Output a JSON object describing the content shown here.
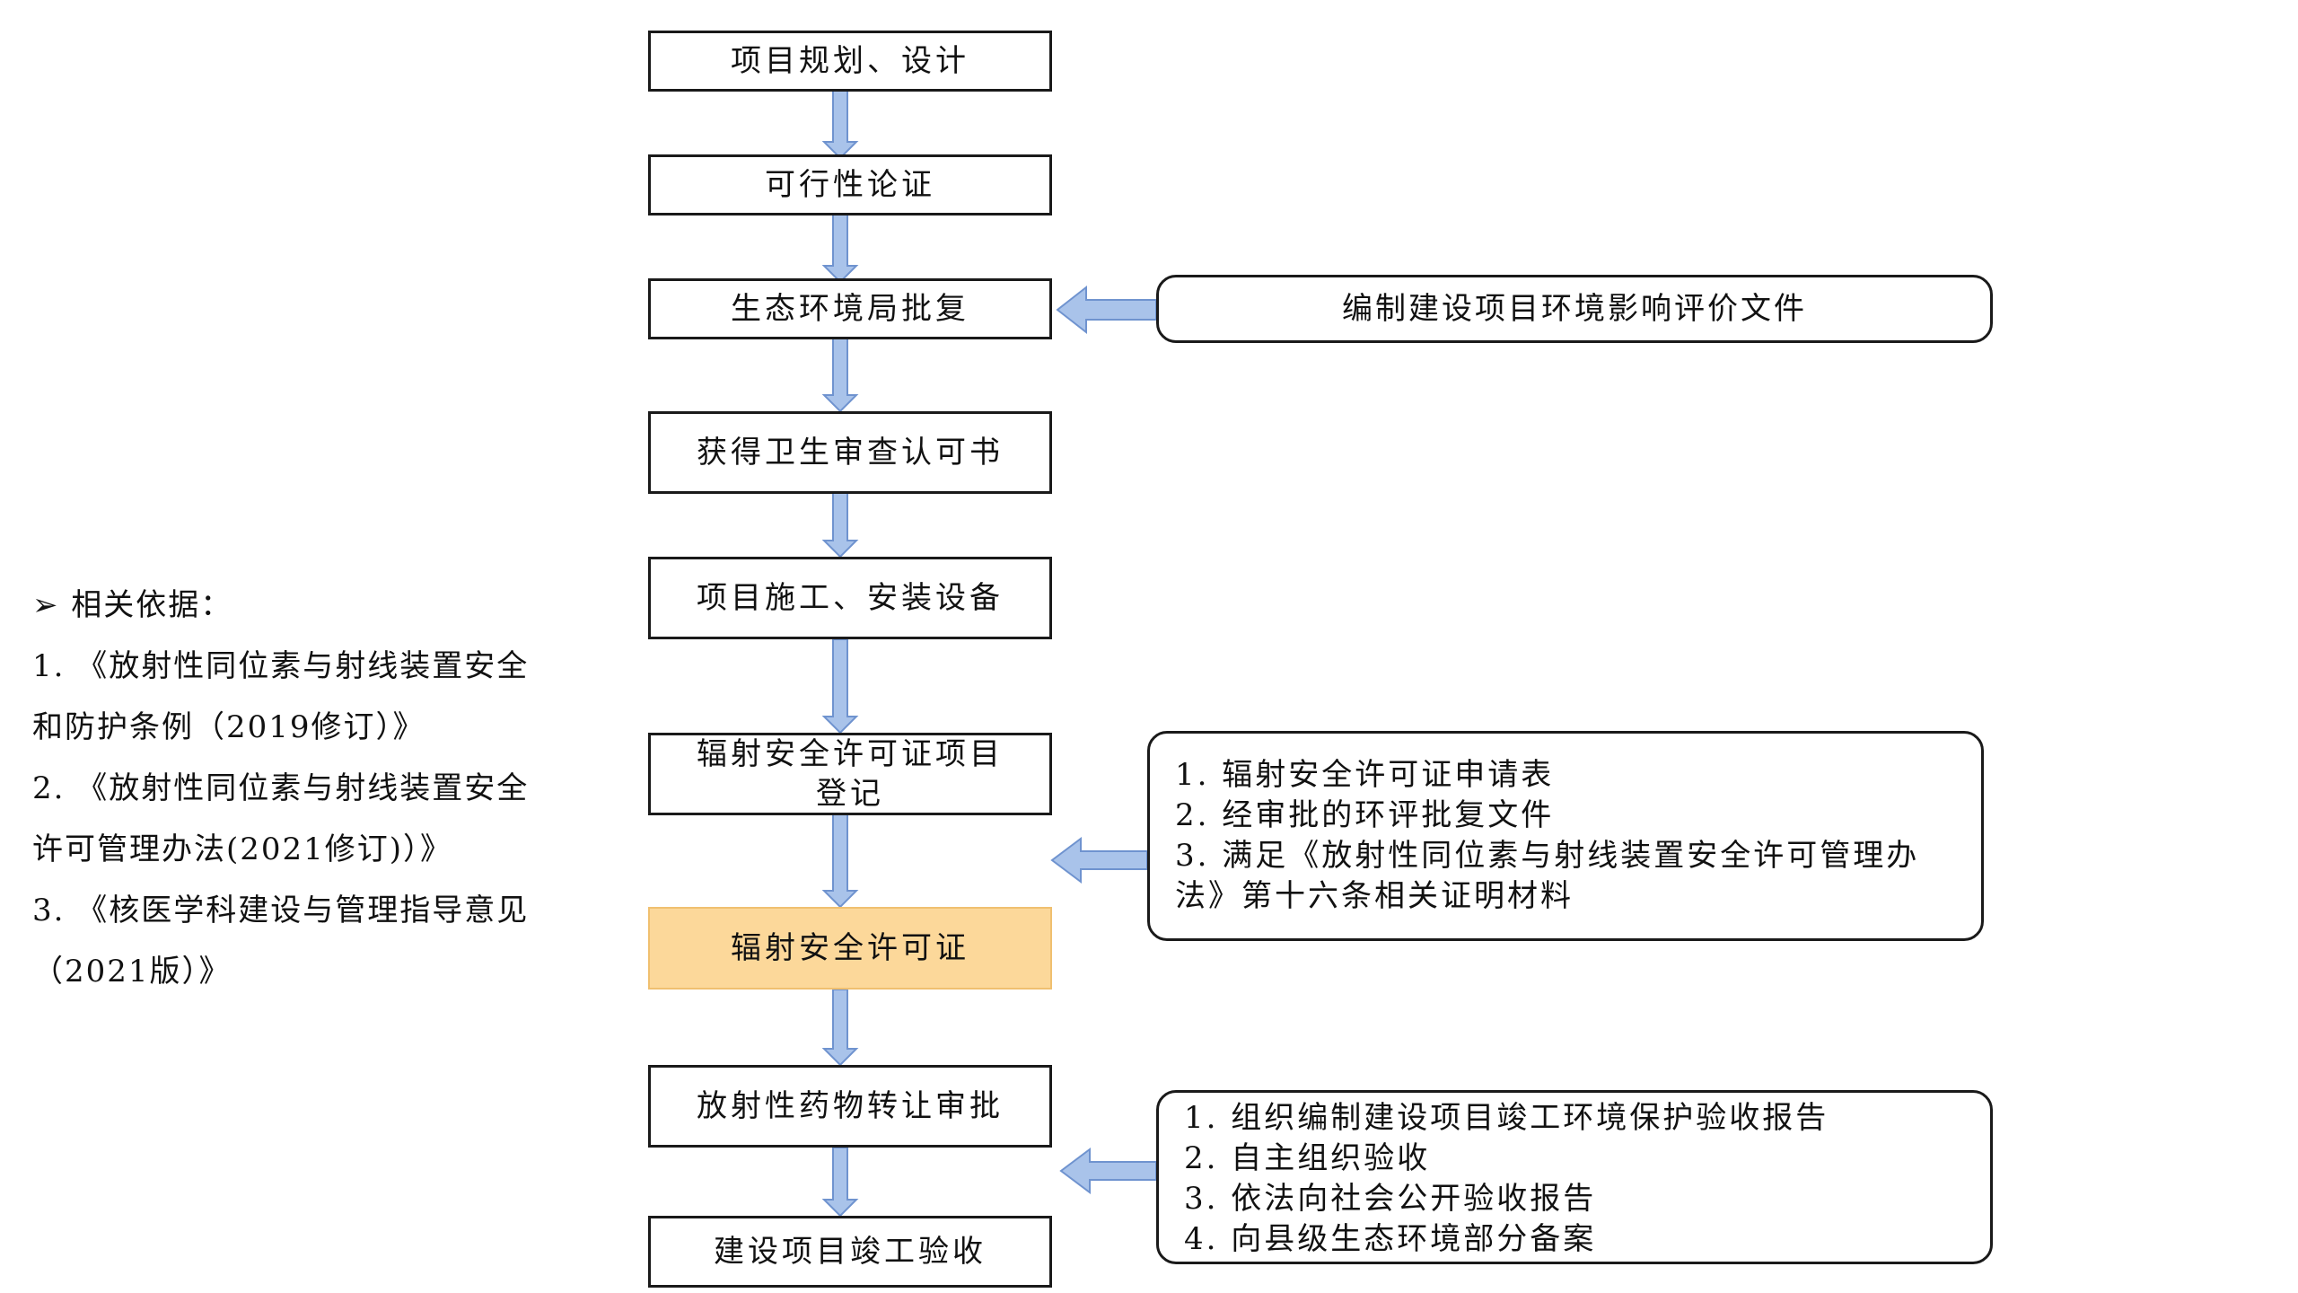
{
  "flow_steps": [
    "项目规划、设计",
    "可行性论证",
    "生态环境局批复",
    "获得卫生审查认可书",
    "项目施工、安装设备",
    "辐射安全许可证项目登记",
    "辐射安全许可证",
    "放射性药物转让审批",
    "建设项目竣工验收"
  ],
  "side_notes": {
    "eia": "编制建设项目环境影响评价文件",
    "license_materials": [
      "1. 辐射安全许可证申请表",
      "2. 经审批的环评批复文件",
      "3. 满足《放射性同位素与射线装置安全许可管理办法》第十六条相关证明材料"
    ],
    "acceptance": [
      "1. 组织编制建设项目竣工环境保护验收报告",
      "2. 自主组织验收",
      "3. 依法向社会公开验收报告",
      "4. 向县级生态环境部分备案"
    ]
  },
  "basis": {
    "heading": "➢ 相关依据：",
    "lines": [
      "1. 《放射性同位素与射线装置安全",
      "和防护条例（2019修订）》",
      "2. 《放射性同位素与射线装置安全",
      "许可管理办法(2021修订)）》",
      "3. 《核医学科建设与管理指导意见",
      "（2021版）》"
    ]
  },
  "colors": {
    "arrow_fill": "#a9c3ea",
    "arrow_stroke": "#6f93cf",
    "highlight_fill": "#fcd89a",
    "highlight_border": "#f0c070",
    "box_border": "#1a1a1a"
  }
}
